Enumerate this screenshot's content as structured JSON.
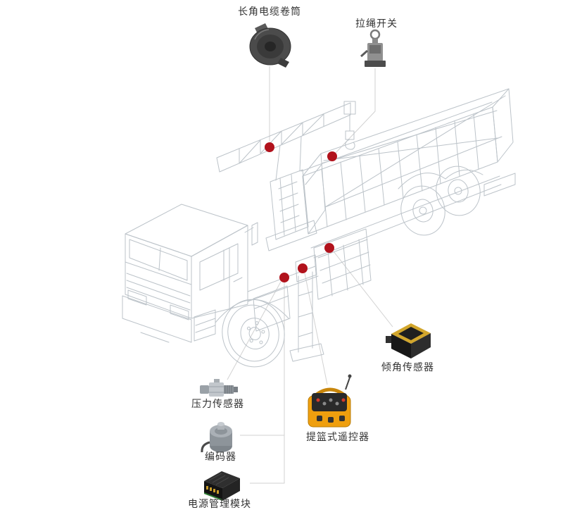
{
  "diagram": {
    "type": "product-callout-diagram",
    "subject": "truck-mounted-crane-wireframe",
    "colors": {
      "background": "#ffffff",
      "marker": "#b1121c",
      "leader_line": "#d2d2d2",
      "wireframe": "#bcc3c9",
      "wireframe_light": "#d6dadd",
      "label_text": "#333333"
    },
    "labels": [
      {
        "id": "cable-reel",
        "text": "长角电缆卷筒"
      },
      {
        "id": "pull-rope-switch",
        "text": "拉绳开关"
      },
      {
        "id": "tilt-sensor",
        "text": "倾角传感器"
      },
      {
        "id": "pressure-sensor",
        "text": "压力传感器"
      },
      {
        "id": "encoder",
        "text": "编码器"
      },
      {
        "id": "basket-remote-control",
        "text": "提篮式遥控器"
      },
      {
        "id": "power-management-module",
        "text": "电源管理模块"
      }
    ],
    "markers": [
      {
        "id": "marker-boom"
      },
      {
        "id": "marker-hook-area"
      },
      {
        "id": "marker-crane-base-lower"
      },
      {
        "id": "marker-crane-base"
      },
      {
        "id": "marker-frame-front"
      }
    ]
  }
}
